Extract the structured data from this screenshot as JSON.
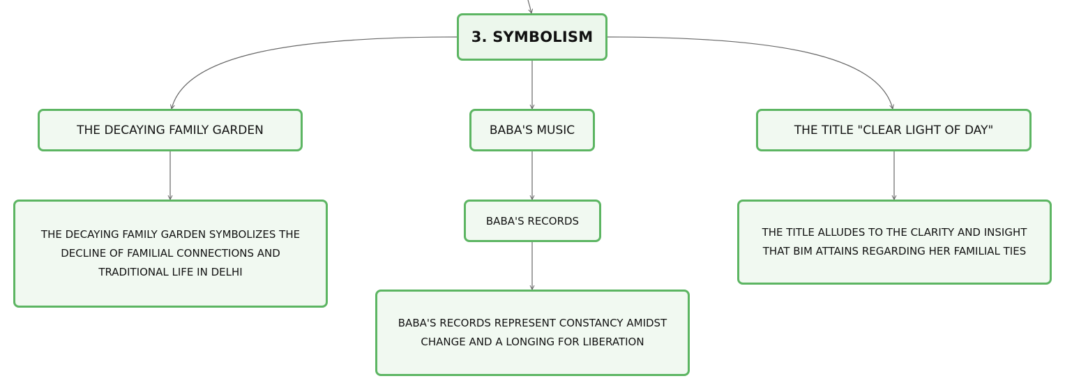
{
  "diagram": {
    "root": {
      "label": "3. SYMBOLISM"
    },
    "branches": [
      {
        "label": "THE DECAYING FAMILY GARDEN",
        "detail": "THE DECAYING FAMILY GARDEN SYMBOLIZES THE DECLINE OF FAMILIAL CONNECTIONS AND TRADITIONAL LIFE IN DELHI"
      },
      {
        "label": "BABA'S MUSIC",
        "sub": "BABA'S RECORDS",
        "detail": "BABA'S RECORDS REPRESENT CONSTANCY AMIDST CHANGE AND A LONGING FOR LIBERATION"
      },
      {
        "label": "THE TITLE \"CLEAR LIGHT OF DAY\"",
        "detail": "THE TITLE ALLUDES TO THE CLARITY AND INSIGHT THAT BIM ATTAINS REGARDING HER FAMILIAL TIES"
      }
    ]
  },
  "colors": {
    "node_border": "#5cb562",
    "node_fill": "#f1f9f1",
    "connector": "#666666",
    "text": "#111111"
  }
}
